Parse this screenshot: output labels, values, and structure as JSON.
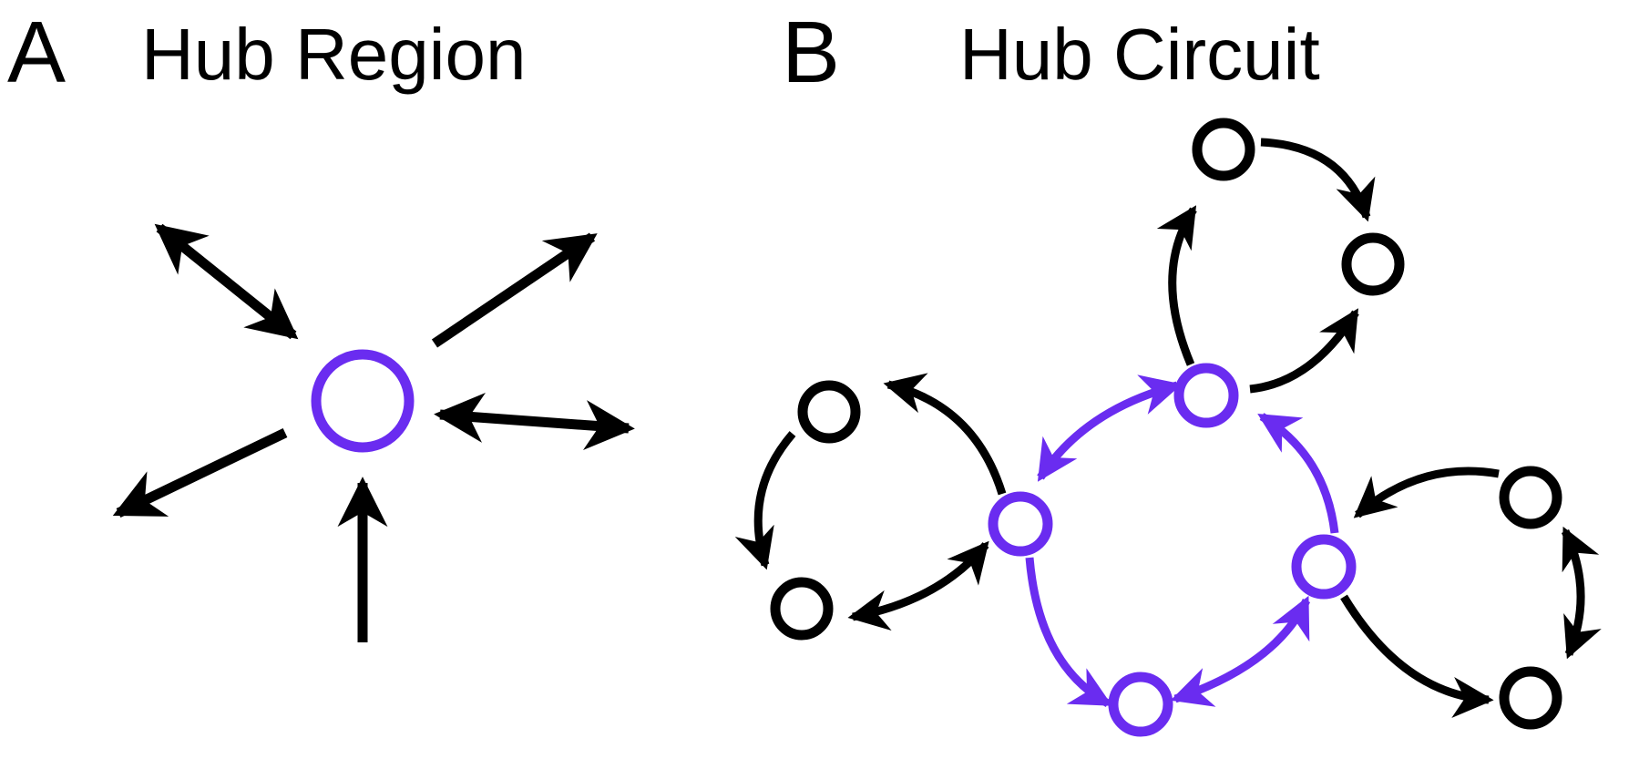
{
  "panels": [
    {
      "letter": "A",
      "title": "Hub Region"
    },
    {
      "letter": "B",
      "title": "Hub Circuit"
    }
  ],
  "colors": {
    "hub": "#6a2cf0",
    "node": "#000000",
    "edge": "#000000",
    "background": "#ffffff"
  }
}
